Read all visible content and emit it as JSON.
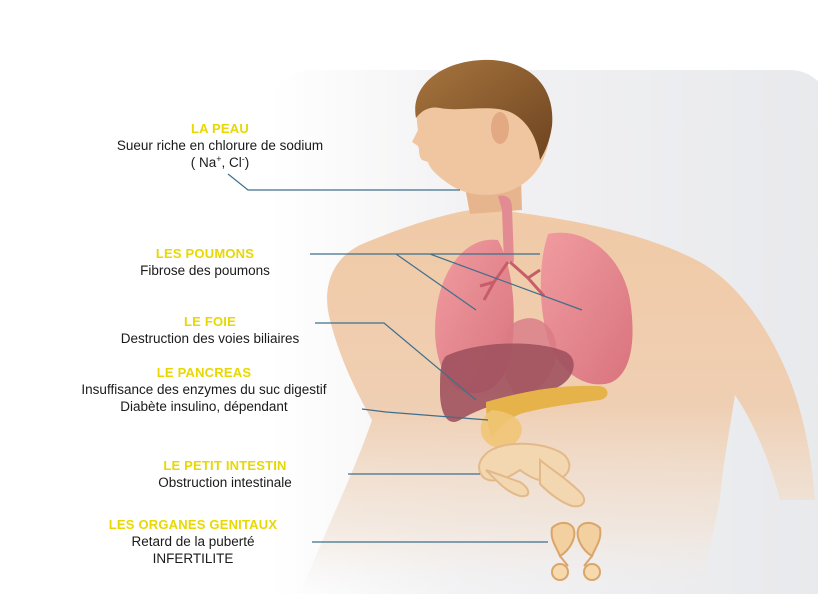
{
  "labels": {
    "peau": {
      "title": "LA PEAU",
      "line1": "Sueur riche en chlorure de sodium",
      "ion_open": "( Na",
      "ion_na_sup": "+",
      "ion_mid": ", Cl",
      "ion_cl_sup": "-",
      "ion_close": ")"
    },
    "poumons": {
      "title": "LES POUMONS",
      "line1": "Fibrose des poumons"
    },
    "foie": {
      "title": "LE FOIE",
      "line1": "Destruction des voies biliaires"
    },
    "pancreas": {
      "title": "LE PANCREAS",
      "line1": "Insuffisance des enzymes du suc digestif",
      "line2": "Diabète insulino, dépendant"
    },
    "intestin": {
      "title": "LE PETIT INTESTIN",
      "line1": "Obstruction intestinale"
    },
    "genitaux": {
      "title": "LES ORGANES GENITAUX",
      "line1": "Retard de la puberté",
      "line2": "INFERTILITE"
    }
  },
  "colors": {
    "title": "#e8d800",
    "text": "#1a1a1a",
    "leader": "#3f6f8c",
    "skin": "#f0c9a6",
    "hair": "#8a5a2b",
    "lung": "#e07f86",
    "liver": "#9c4a56",
    "pancreas": "#e8b94c",
    "intestine": "#f2d3a8"
  }
}
